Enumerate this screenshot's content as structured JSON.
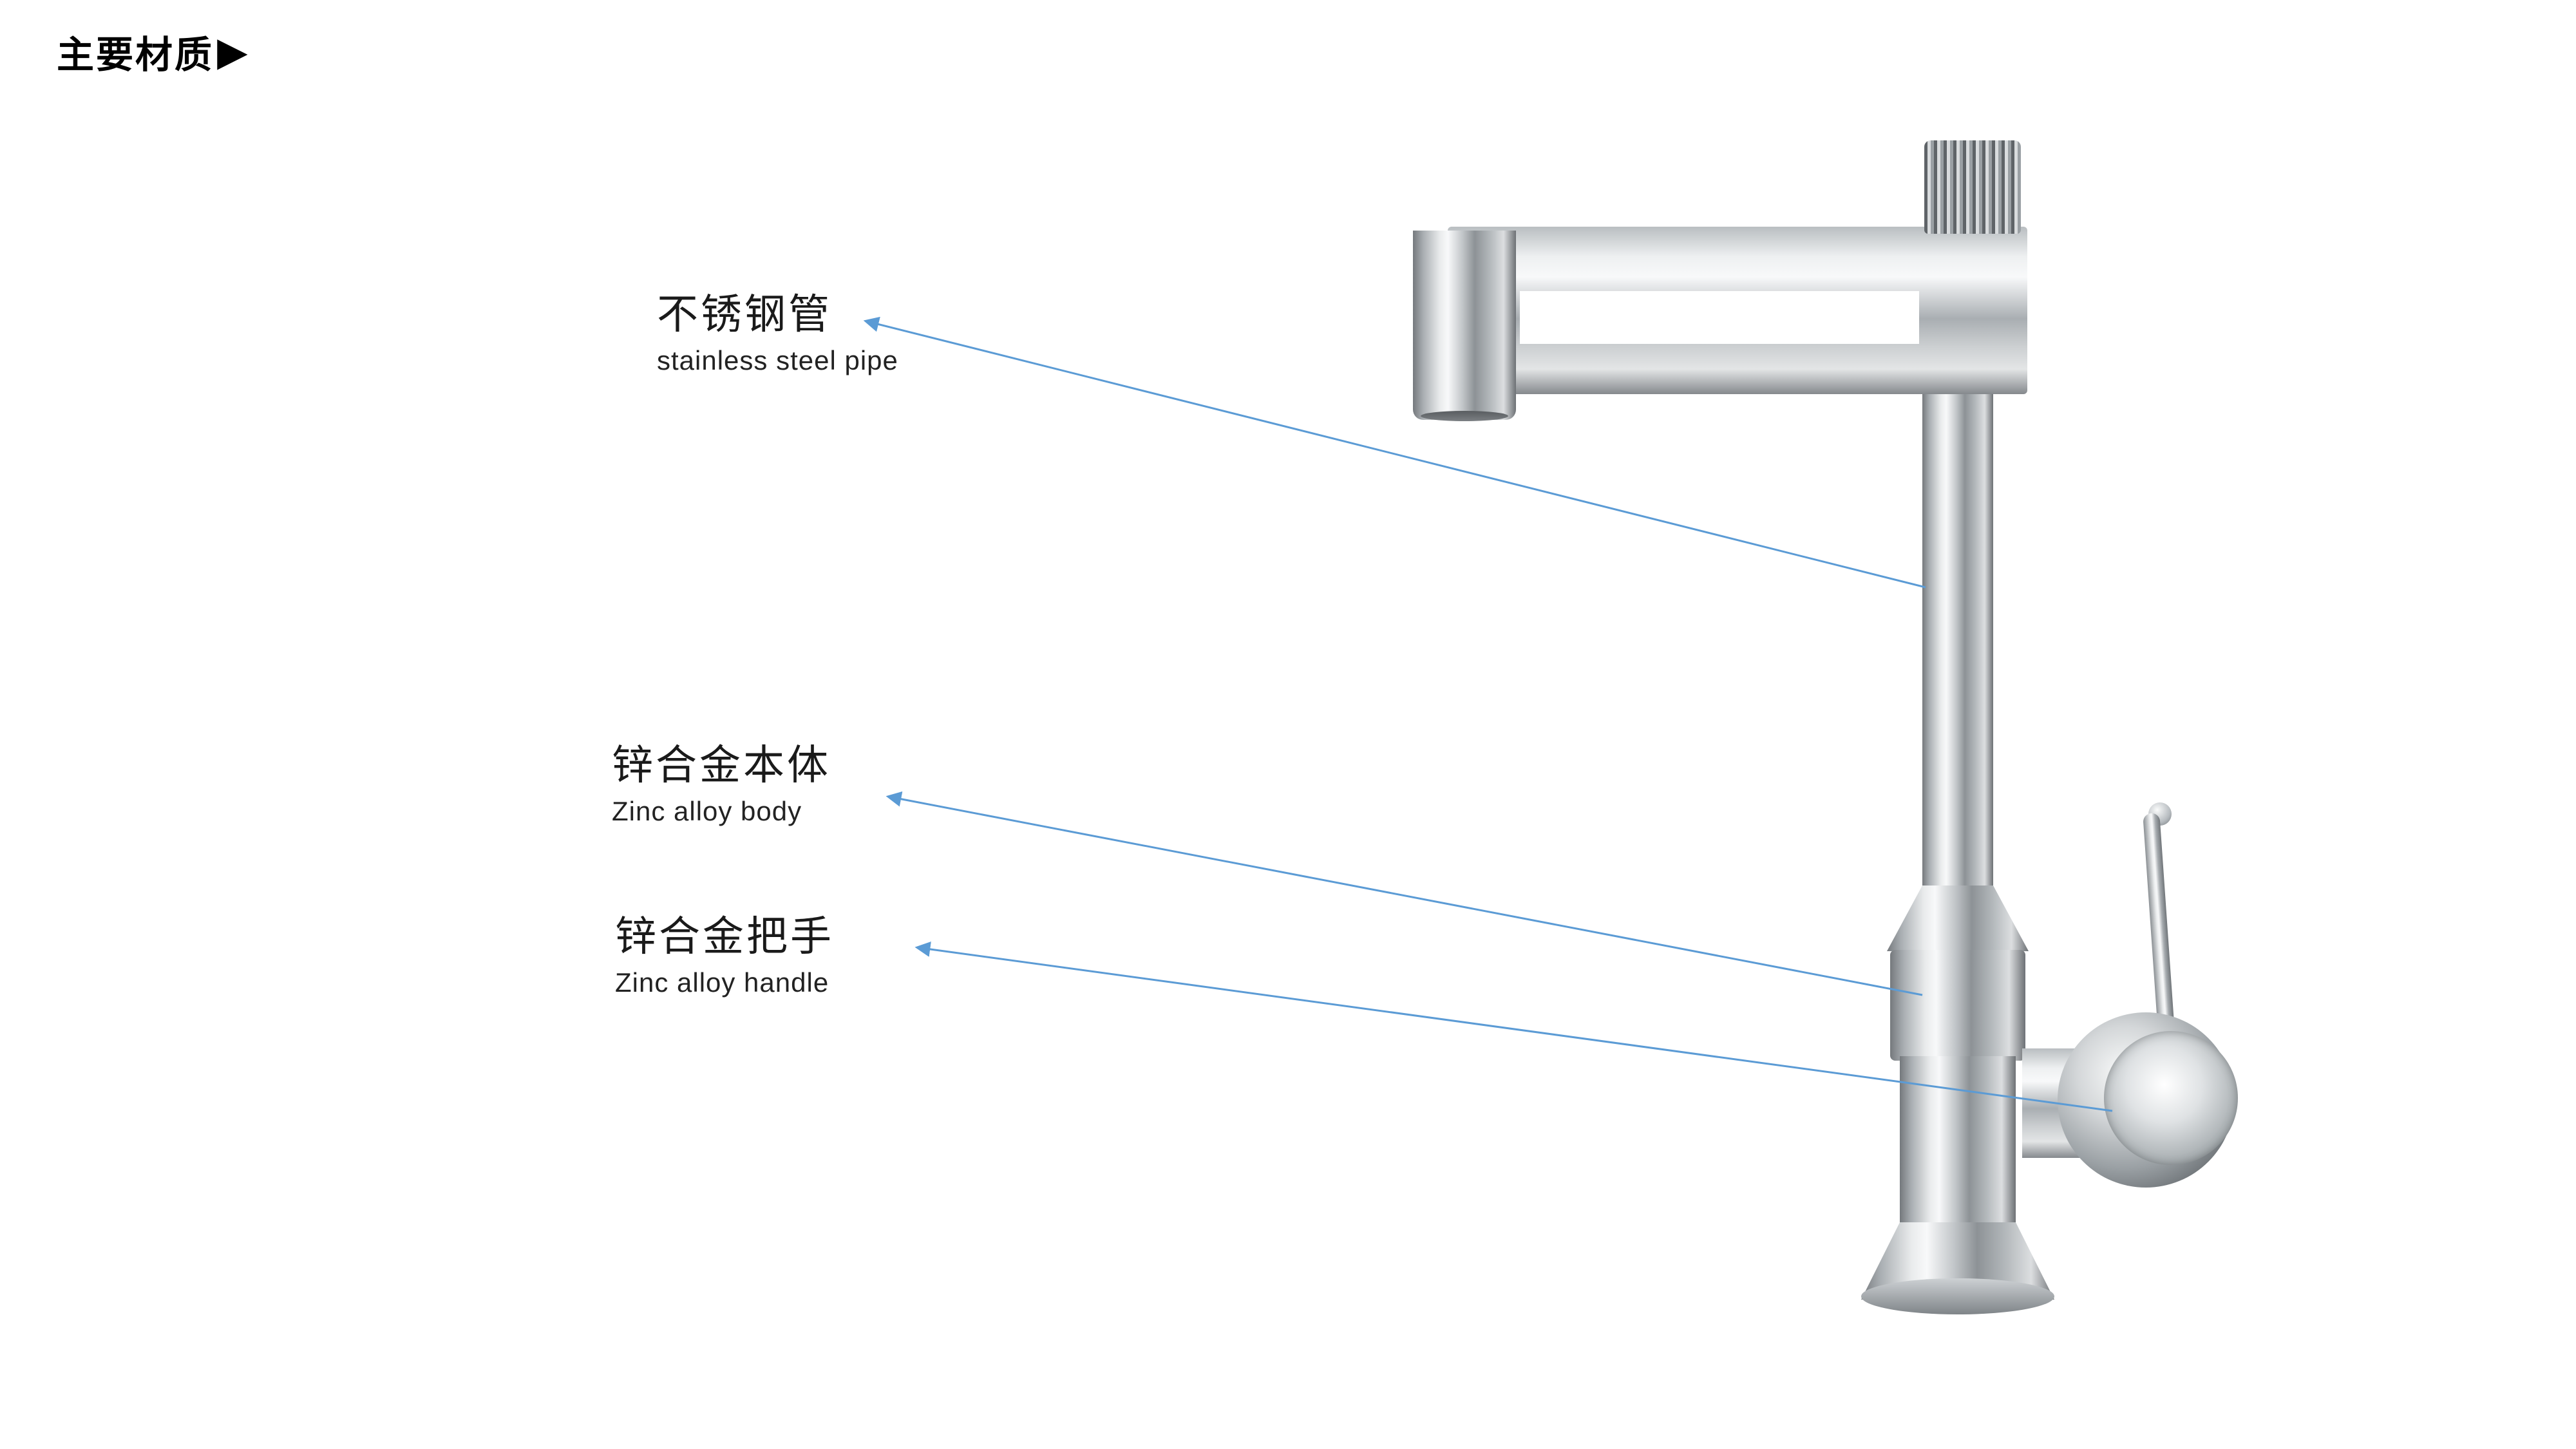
{
  "header": {
    "title": "主要材质",
    "arrow": "▶"
  },
  "callouts": [
    {
      "id": "stainless-steel-pipe",
      "zh": "不锈钢管",
      "en": "stainless steel pipe"
    },
    {
      "id": "zinc-alloy-body",
      "zh": "锌合金本体",
      "en": "Zinc alloy body"
    },
    {
      "id": "zinc-alloy-handle",
      "zh": "锌合金把手",
      "en": "Zinc alloy handle"
    }
  ],
  "colors": {
    "leader_line": "#5b9bd5",
    "text": "#1a1a1a",
    "background": "#ffffff"
  },
  "illustration": {
    "subject": "chrome kitchen faucet product render"
  }
}
